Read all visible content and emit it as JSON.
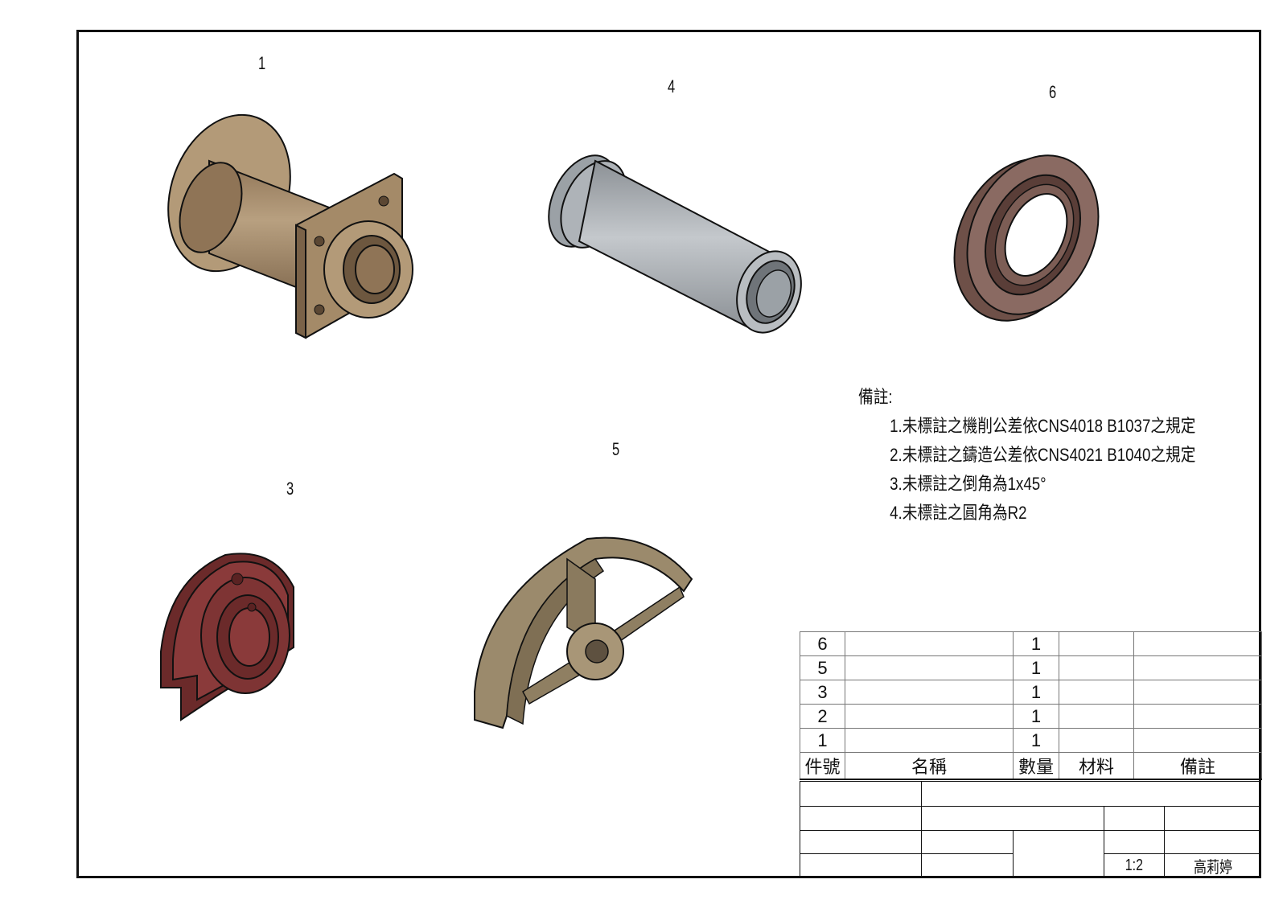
{
  "parts": [
    {
      "id": "part-1",
      "label": "1"
    },
    {
      "id": "part-4",
      "label": "4"
    },
    {
      "id": "part-6",
      "label": "6"
    },
    {
      "id": "part-3",
      "label": "3"
    },
    {
      "id": "part-5",
      "label": "5"
    }
  ],
  "notes": {
    "heading": "備註:",
    "items": [
      "1.未標註之機削公差依CNS4018 B1037之規定",
      "2.未標註之鑄造公差依CNS4021 B1040之規定",
      "3.未標註之倒角為1x45°",
      "4.未標註之圓角為R2"
    ]
  },
  "bom": {
    "headers": [
      "件號",
      "名稱",
      "數量",
      "材料",
      "備註"
    ],
    "rows": [
      [
        "6",
        "",
        "1",
        "",
        ""
      ],
      [
        "5",
        "",
        "1",
        "",
        ""
      ],
      [
        "3",
        "",
        "1",
        "",
        ""
      ],
      [
        "2",
        "",
        "1",
        "",
        ""
      ],
      [
        "1",
        "",
        "1",
        "",
        ""
      ]
    ]
  },
  "title_block": {
    "scale": "1:2",
    "author": "高莉婷"
  },
  "colors": {
    "bronze": "#9c8060",
    "steel": "#a9aeb3",
    "granite": "#8a6a62",
    "maroon": "#7e3434",
    "wood": "#9b8a6c"
  }
}
